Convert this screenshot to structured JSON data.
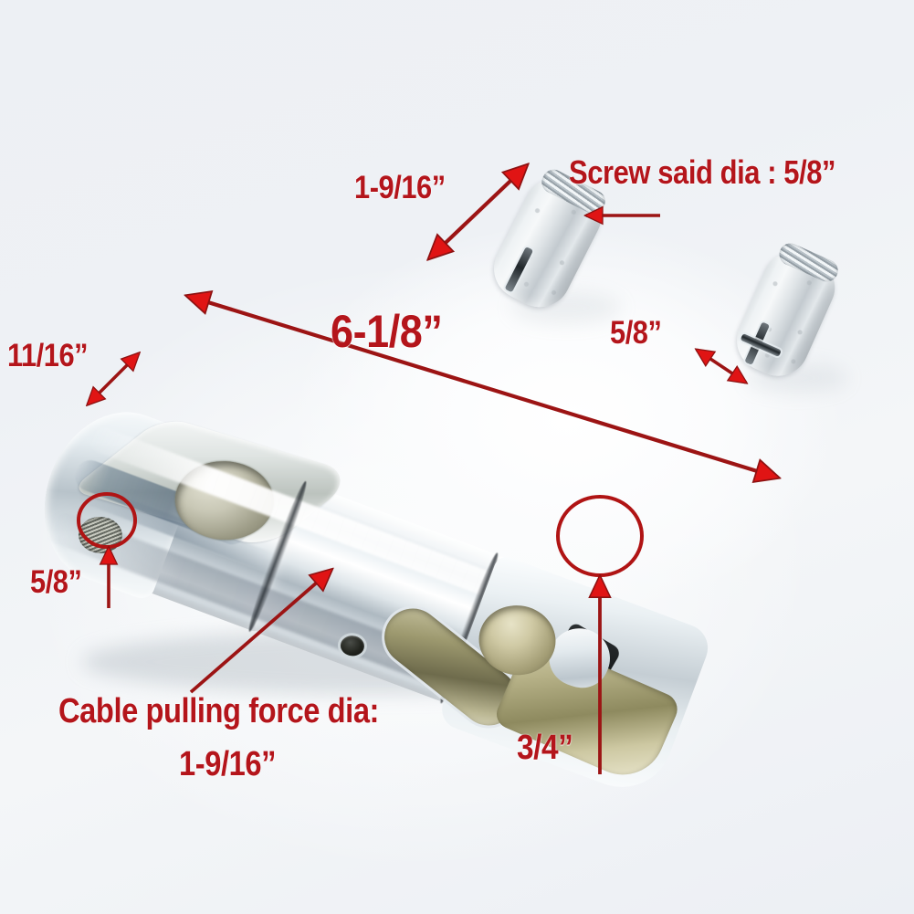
{
  "image": {
    "subject": "Chrome cable pulling swivel connector with two slotted zinc screws",
    "background_color": "#eef1f5",
    "annotation_color": "#b4151b",
    "arrow_color": "#e01414"
  },
  "annotations": [
    {
      "id": "screw-length",
      "text": "1-9/16”",
      "kind": "dimension-double-arrow"
    },
    {
      "id": "screw-said-dia",
      "text": "Screw said dia : 5/8”",
      "kind": "callout-arrow"
    },
    {
      "id": "screw2-dia",
      "text": "5/8”",
      "kind": "dimension-double-arrow"
    },
    {
      "id": "overall-length",
      "text": "6-1/8”",
      "kind": "dimension-double-arrow"
    },
    {
      "id": "clevis-thickness",
      "text": "11/16”",
      "kind": "dimension-double-arrow"
    },
    {
      "id": "thread-hole-dia",
      "text": "5/8”",
      "kind": "callout-arrow-circle"
    },
    {
      "id": "cable-force-label",
      "text": "Cable pulling force dia:",
      "kind": "callout-arrow"
    },
    {
      "id": "cable-force-value",
      "text": "1-9/16”",
      "kind": "callout-value"
    },
    {
      "id": "jaw-bore-dia",
      "text": "3/4”",
      "kind": "callout-arrow-circle"
    }
  ],
  "parts": {
    "body": "chrome-swivel-body",
    "screws": [
      "slotted-screw-1",
      "slotted-screw-2"
    ]
  }
}
